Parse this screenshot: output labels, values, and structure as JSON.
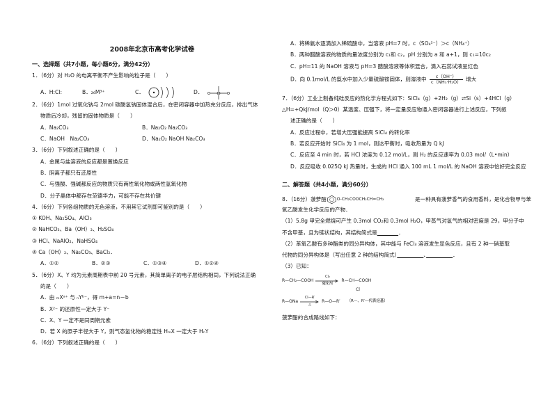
{
  "doc": {
    "title": "2008年北京市高考化学试卷",
    "section1": "一、选择题（共7小题，每小题6分，满分42分）",
    "q1": {
      "stem": "1．（6分）对 H₂O 的电离平衡不产生影响的粒子是（　　）",
      "a": "A．H:Cl:",
      "b": "B．₂₆M³⁺",
      "c": "C．",
      "d": "D．"
    },
    "q2": {
      "stem1": "2．（6分）1mol 过氧化钠与 2mol 碳酸氢钠固体混合后，在密闭容器中加热充分反应，排出气体",
      "stem2": "物质后冷却，残留的固体物质是（　　）",
      "a": "A．Na₂CO₃",
      "b": "B．Na₂O₂ Na₂CO₃",
      "c": "C．NaOH　Na₂CO₃",
      "d": "D．Na₂O₂ NaOH Na₂CO₃"
    },
    "q3": {
      "stem": "3．（6分）下列叙述正确的是（　　）",
      "a": "A．金属与盐溶液的反应都是置换反应",
      "b": "B．阴离子都只有还原性",
      "c": "C．与强酸、强碱都反应的物质只有两性氧化物或两性氢氧化物",
      "d": "D．分子晶体中都存在范德华力，可能不存在共价键"
    },
    "q4": {
      "stem": "4．（6分）下列各组物质的无色溶液，不用其它试剂即可鉴别的是（　　）",
      "i1": "① KOH、Na₂SO₄、AlCl₃",
      "i2": "② NaHCO₃、Ba（OH）₂、H₂SO₄",
      "i3": "③ HCl、NaAlO₂、NaHSO₄",
      "i4": "④ Ca（OH）₂、Na₂CO₃、BaCl₂．",
      "a": "A．①②",
      "b": "B．②③",
      "c": "C．①③④",
      "d": "D．①②④"
    },
    "q5": {
      "stem1": "5．（6分）X、Y 均为元素周期表中前 20 号元素，其简单离子的电子层结构相同，下列说法正确",
      "stem2": "的是（　　）",
      "a": "A．由 ₘXᵃ⁺ 与 ₙYᵇ⁻，得 m+a=n－b",
      "b": "B．X²⁻ 的还原性一定大于 Y⁻",
      "c": "C．X、Y 一定不是同周期元素",
      "d": "D．若 X 的原子半径大于 Y，则气态氢化物的稳定性 HₘX 一定大于 HₙY"
    },
    "q6": {
      "stem": "6．（6分）下列叙述正确的是（　　）",
      "a": "A．将稀氨水逐滴加入稀硫酸中，当溶液 pH=7 时，c（SO₄²⁻）＞c（NH₄⁺）",
      "b": "B．两种醋酸溶液的物质的量浓度分别为 c₁和 c₂，pH 分别为 a 和 a+1，则 c₁=10c₂",
      "c": "C．pH=11 的 NaOH 溶液与 pH=3 醋酸溶液等体积混合，滴入石蕊试液呈红色",
      "d_pre": "D．向 0.1mol/L 的氨水中加入少量硫酸铵固体，则溶液中",
      "d_num": "c（OH⁻）",
      "d_den": "c（NH₃·H₂O）",
      "d_post": "增大"
    },
    "q7": {
      "stem1": "7．（6分）工业上制备纯硅反应的热化学方程式如下：SiCl₄（g）+2H₂（g）⇌Si（s）+4HCl（g）",
      "stem2": "△H=+QkJ/mol（Q＞0）某温度、压强下，将一定量反应物通入密闭容器进行上述反应，下列叙",
      "stem3": "述正确的是（　　）",
      "a": "A．反应过程中，若增大压强能提高 SiCl₄ 的转化率",
      "b": "B．若反应开始时 SiCl₄ 为 1 mol，则达平衡时，吸收热量为 Q kJ",
      "c": "C．反应至 4 min 时，若 HCl 浓度为 0.12 mol/L，则 H₂ 的反应速率为 0.03 mol/（L•min）",
      "d": "D．反应吸收 0.025Q kJ 热量时，生成的 HCl 通入 100 mL 1 mol/L 的 NaOH 溶液中恰好完全反应"
    },
    "section2": "二、解答题（共4小题，满分60分）",
    "q8": {
      "pre": "8．（16分）菠萝酯",
      "formula": "O-CH₂COOCH₂CH=CH₂",
      "post": "是一种具有菠萝香气的食用香料，是化合物甲与苯",
      "line2": "氧乙酸发生化学反应的产物．",
      "p1a": "（1）5.8g 甲完全燃烧可产生 0.3mol CO₂和 0.3mol H₂O，甲蒸气对氢气的相对密度是 29，甲分子中",
      "p1b": "不含甲基，且为链状结构，其结构简式是",
      "p1blank": "　　　　",
      "p1end": "．",
      "p2a": "（2）苯氧乙酸有多种酯类的同分异构体，其中能与 FeCl₃ 溶液发生显色反应，且有 2 种一硝基取",
      "p2b": "代物的同分异构体是（写出任意 2 种的结构简式）",
      "p2blank1": "　　　　　",
      "p2sep": "、",
      "p2blank2": "　　　　　",
      "p2end": "．",
      "p3": "（3）已知：",
      "r1_left": "R—CH₂—COOH",
      "r1_top": "Cl₂",
      "r1_bottom": "催化剂",
      "r1_right": "R—CH—COOH",
      "r1_sub": "Cl",
      "r2_left": "R—ONa",
      "r2_top": "Cl—R′",
      "r2_bottom": "△",
      "r2_right": "R—O—R′",
      "r2_note": "（R—、R′—代表烃基）",
      "route": "菠萝酯的合成路线如下："
    }
  }
}
